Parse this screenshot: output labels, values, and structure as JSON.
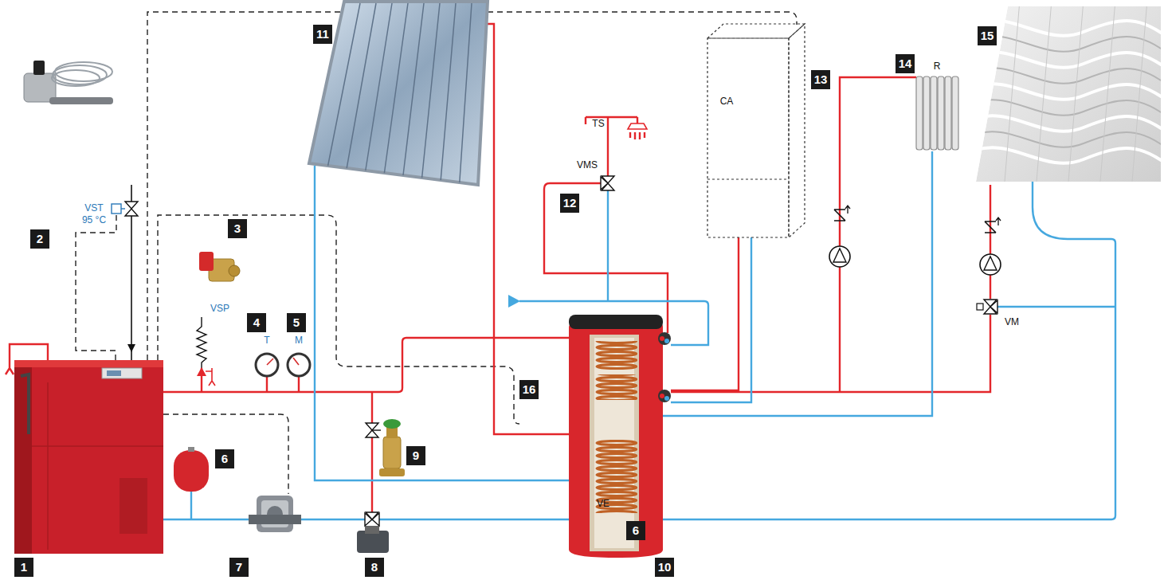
{
  "diagram": {
    "labels": [
      "11",
      "15",
      "13",
      "14",
      "R",
      "CA",
      "TS",
      "VMS",
      "12",
      "VST",
      "95 °C",
      "2",
      "3",
      "VSP",
      "4",
      "5",
      "T",
      "M",
      "VM",
      "16",
      "6",
      "9",
      "6",
      "VE",
      "1",
      "7",
      "8",
      "10"
    ]
  }
}
